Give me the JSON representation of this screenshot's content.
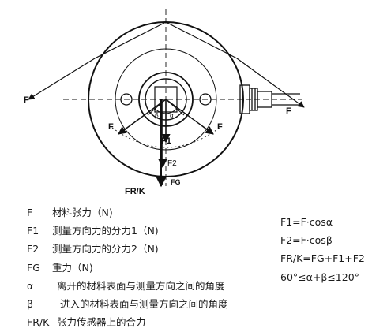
{
  "diagram": {
    "labels": {
      "F_left": "F",
      "F_right": "F",
      "F1_left": "F",
      "F1_right": "F",
      "F1_center": "F1",
      "F2": "F2",
      "FG": "FG",
      "FRK": "FR/K",
      "beta": "β",
      "alpha": "α"
    }
  },
  "legend": [
    {
      "symbol": "F",
      "text": "材料张力（N)"
    },
    {
      "symbol": "F1",
      "text": "测量方向力的分力1（N)"
    },
    {
      "symbol": "F2",
      "text": "测量方向力的分力2（N)"
    },
    {
      "symbol": "FG",
      "text": "重力（N)"
    },
    {
      "symbol": "α",
      "text": "离开的材料表面与测量方向之间的角度"
    },
    {
      "symbol": "β",
      "text": "进入的材料表面与测量方向之间的角度"
    },
    {
      "symbol": "FR/K",
      "text": "张力传感器上的合力"
    }
  ],
  "formulas": [
    "F1=F·cosα",
    "F2=F·cosβ",
    "FR/K=FG+F1+F2",
    "60°≤α+β≤120°"
  ]
}
